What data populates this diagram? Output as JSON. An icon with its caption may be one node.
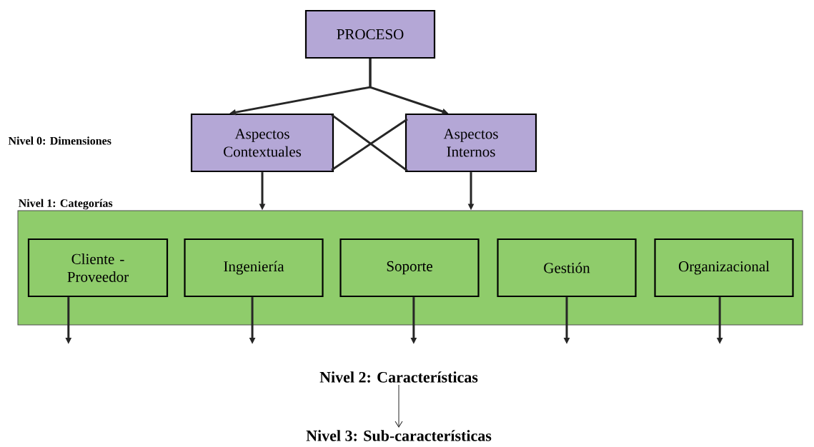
{
  "diagram": {
    "nodes": [
      {
        "text": [
          "PROCESO"
        ]
      },
      {
        "text": [
          "Aspectos Contextuales"
        ]
      },
      {
        "text": [
          "Aspectos Internos"
        ]
      },
      {
        "text": [
          "Nivel 1: Categorías"
        ]
      },
      {
        "text": [
          "Cliente - Proveedor"
        ],
        "in": 3
      },
      {
        "text": [
          "Ingeniería"
        ],
        "in": 3
      },
      {
        "text": [
          "Soporte"
        ],
        "in": 3
      },
      {
        "text": [
          "Gestión"
        ],
        "in": 3
      },
      {
        "text": [
          "Organizacional"
        ],
        "in": 3
      },
      {
        "text": [
          "Nivel 2: Características"
        ]
      },
      {
        "text": [
          "Nivel 3: Sub-características"
        ]
      }
    ],
    "edges": [
      {
        "from": 0,
        "to": 1,
        "arrow": "to"
      },
      {
        "from": 0,
        "to": 2,
        "arrow": "to"
      },
      {
        "from": 1,
        "to": 2,
        "arrow": "none"
      },
      {
        "from": 2,
        "to": 1,
        "arrow": "none"
      },
      {
        "from": 1,
        "to": 3,
        "arrow": "to"
      },
      {
        "from": 2,
        "to": 3,
        "arrow": "to"
      },
      {
        "from": 4,
        "to": null,
        "arrow": "to"
      },
      {
        "from": 5,
        "to": null,
        "arrow": "to"
      },
      {
        "from": 6,
        "to": null,
        "arrow": "to"
      },
      {
        "from": 7,
        "to": null,
        "arrow": "to"
      },
      {
        "from": 8,
        "to": null,
        "arrow": "to"
      },
      {
        "from": 9,
        "to": 10,
        "arrow": "to"
      }
    ],
    "labels": [
      "Nivel 0: Dimensiones"
    ]
  }
}
